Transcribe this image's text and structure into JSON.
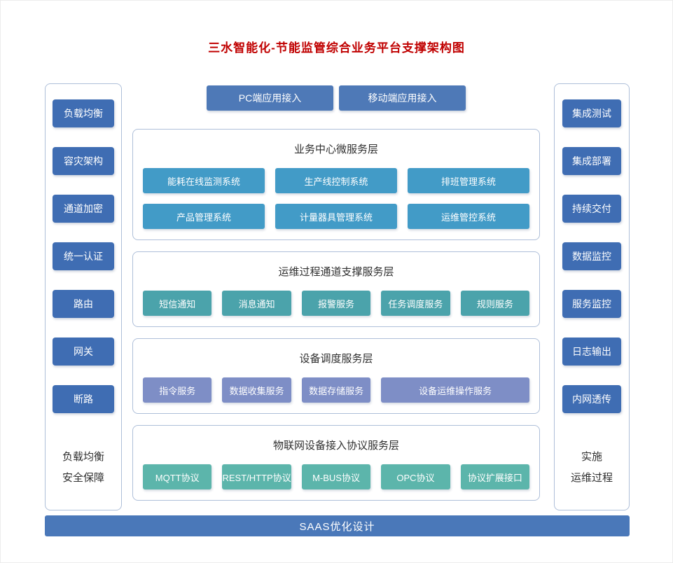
{
  "title": "三水智能化-节能监管综合业务平台支撑架构图",
  "colors": {
    "title_red": "#c00000",
    "sidebar_button_blue": "#3f6db3",
    "top_button_blue": "#4e79b7",
    "business_layer_blue": "#429bc7",
    "channel_layer_teal": "#4ba3ab",
    "device_layer_purple": "#7e8ec6",
    "iot_layer_green": "#5cb5ab",
    "bottom_bar_blue": "#4a78b9",
    "container_border": "#aebfd9"
  },
  "top_buttons": [
    "PC端应用接入",
    "移动端应用接入"
  ],
  "left_sidebar": {
    "items": [
      "负载均衡",
      "容灾架构",
      "通道加密",
      "统一认证",
      "路由",
      "网关",
      "断路"
    ],
    "footer_lines": [
      "负载均衡",
      "安全保障"
    ]
  },
  "right_sidebar": {
    "items": [
      "集成测试",
      "集成部署",
      "持续交付",
      "数据监控",
      "服务监控",
      "日志输出",
      "内网透传"
    ],
    "footer_lines": [
      "实施",
      "运维过程"
    ]
  },
  "layers": [
    {
      "title": "业务中心微服务层",
      "rows": [
        [
          "能耗在线监测系统",
          "生产线控制系统",
          "排班管理系统"
        ],
        [
          "产品管理系统",
          "计量器具管理系统",
          "运维管控系统"
        ]
      ]
    },
    {
      "title": "运维过程通道支撑服务层",
      "rows": [
        [
          "短信通知",
          "消息通知",
          "报警服务",
          "任务调度服务",
          "规则服务"
        ]
      ]
    },
    {
      "title": "设备调度服务层",
      "rows": [
        [
          "指令服务",
          "数据收集服务",
          "数据存储服务",
          "设备运维操作服务"
        ]
      ]
    },
    {
      "title": "物联网设备接入协议服务层",
      "rows": [
        [
          "MQTT协议",
          "REST/HTTP协议",
          "M-BUS协议",
          "OPC协议",
          "协议扩展接口"
        ]
      ]
    }
  ],
  "bottom_bar": "SAAS优化设计"
}
